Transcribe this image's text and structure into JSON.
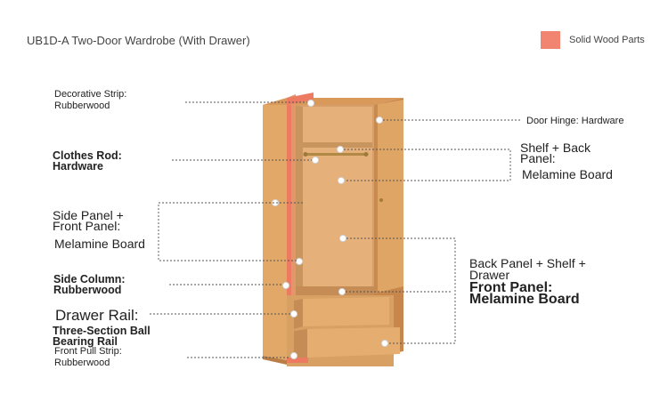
{
  "title": "UB1D-A Two-Door Wardrobe (With Drawer)",
  "legend": {
    "label": "Solid Wood Parts",
    "color": "#f28572"
  },
  "labels": {
    "decorative_strip_1": "Decorative Strip:",
    "decorative_strip_2": "Rubberwood",
    "clothes_rod_1": "Clothes Rod:",
    "clothes_rod_2": "Hardware",
    "side_panel_1": "Side Panel +",
    "side_panel_2": "Front Panel:",
    "side_panel_3": "Melamine Board",
    "side_column_1": "Side Column:",
    "side_column_2": "Rubberwood",
    "drawer_rail_1": "Drawer Rail:",
    "drawer_rail_2": "Three-Section Ball",
    "drawer_rail_3": "Bearing Rail",
    "front_pull_1": "Front Pull Strip:",
    "front_pull_2": "Rubberwood",
    "door_hinge": "Door Hinge: Hardware",
    "shelf_back_1": "Shelf + Back",
    "shelf_back_2": "Panel:",
    "shelf_back_3": "Melamine Board",
    "back_panel_1": "Back Panel + Shelf +",
    "back_panel_2": "Drawer",
    "back_panel_3": "Front Panel:",
    "back_panel_4": "Melamine Board"
  }
}
